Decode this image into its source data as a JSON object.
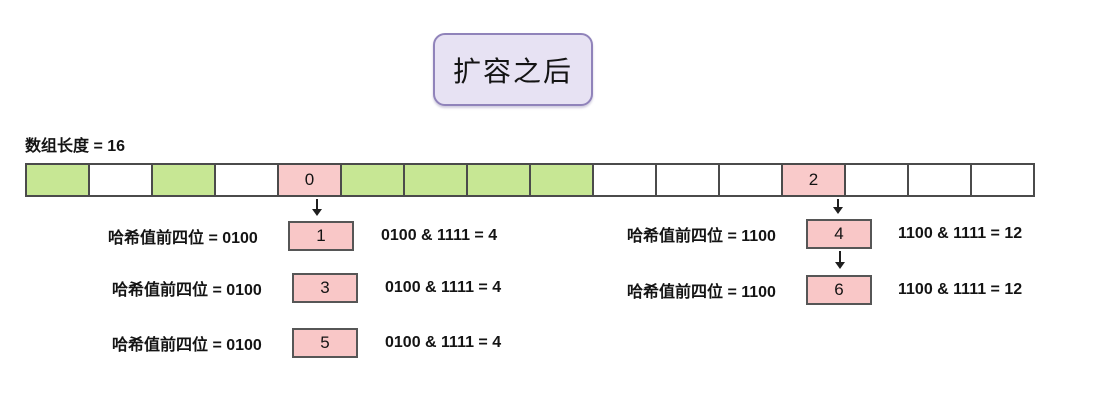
{
  "title": "扩容之后",
  "array": {
    "label": "数组长度 = 16",
    "cells": [
      {
        "value": "",
        "color": "green"
      },
      {
        "value": "",
        "color": "white"
      },
      {
        "value": "",
        "color": "green"
      },
      {
        "value": "",
        "color": "white"
      },
      {
        "value": "0",
        "color": "pink"
      },
      {
        "value": "",
        "color": "green"
      },
      {
        "value": "",
        "color": "green"
      },
      {
        "value": "",
        "color": "green"
      },
      {
        "value": "",
        "color": "green"
      },
      {
        "value": "",
        "color": "white"
      },
      {
        "value": "",
        "color": "white"
      },
      {
        "value": "",
        "color": "white"
      },
      {
        "value": "2",
        "color": "pink"
      },
      {
        "value": "",
        "color": "white"
      },
      {
        "value": "",
        "color": "white"
      },
      {
        "value": "",
        "color": "white"
      }
    ]
  },
  "left_chain": {
    "rows": [
      {
        "label": "哈希值前四位 = 0100",
        "node": "1",
        "equation": "0100 & 1111 = 4"
      },
      {
        "label": "哈希值前四位 = 0100",
        "node": "3",
        "equation": "0100 & 1111 = 4"
      },
      {
        "label": "哈希值前四位 = 0100",
        "node": "5",
        "equation": "0100 & 1111 = 4"
      }
    ]
  },
  "right_chain": {
    "rows": [
      {
        "label": "哈希值前四位 = 1100",
        "node": "4",
        "equation": "1100 & 1111 = 12"
      },
      {
        "label": "哈希值前四位 = 1100",
        "node": "6",
        "equation": "1100 & 1111 = 12"
      }
    ]
  },
  "colors": {
    "cell_green": "#c7e794",
    "cell_pink": "#f9caca",
    "node_pink": "#f9c7c7",
    "cell_border": "#4b4b4b",
    "node_border": "#565656",
    "title_bg": "#e7e2f3",
    "title_border": "#9083ba",
    "arrow": "#1f1f1f"
  }
}
